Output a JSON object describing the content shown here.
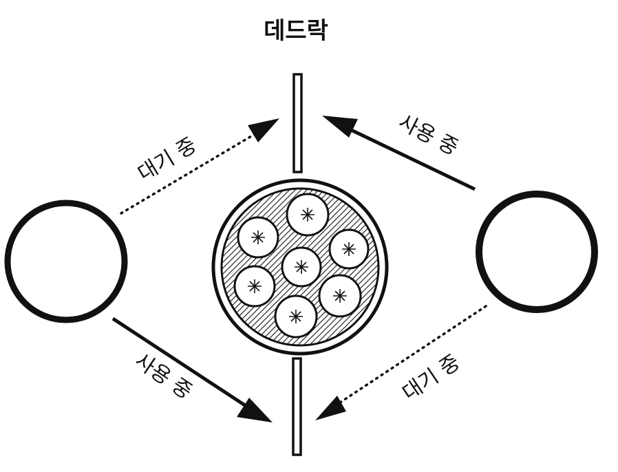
{
  "title": "데드락",
  "labels": {
    "left_top": "대기 중",
    "right_top": "사용 중",
    "left_bottom": "사용 중",
    "right_bottom": "대기 중"
  },
  "colors": {
    "ink": "#111111",
    "background": "#ffffff"
  }
}
